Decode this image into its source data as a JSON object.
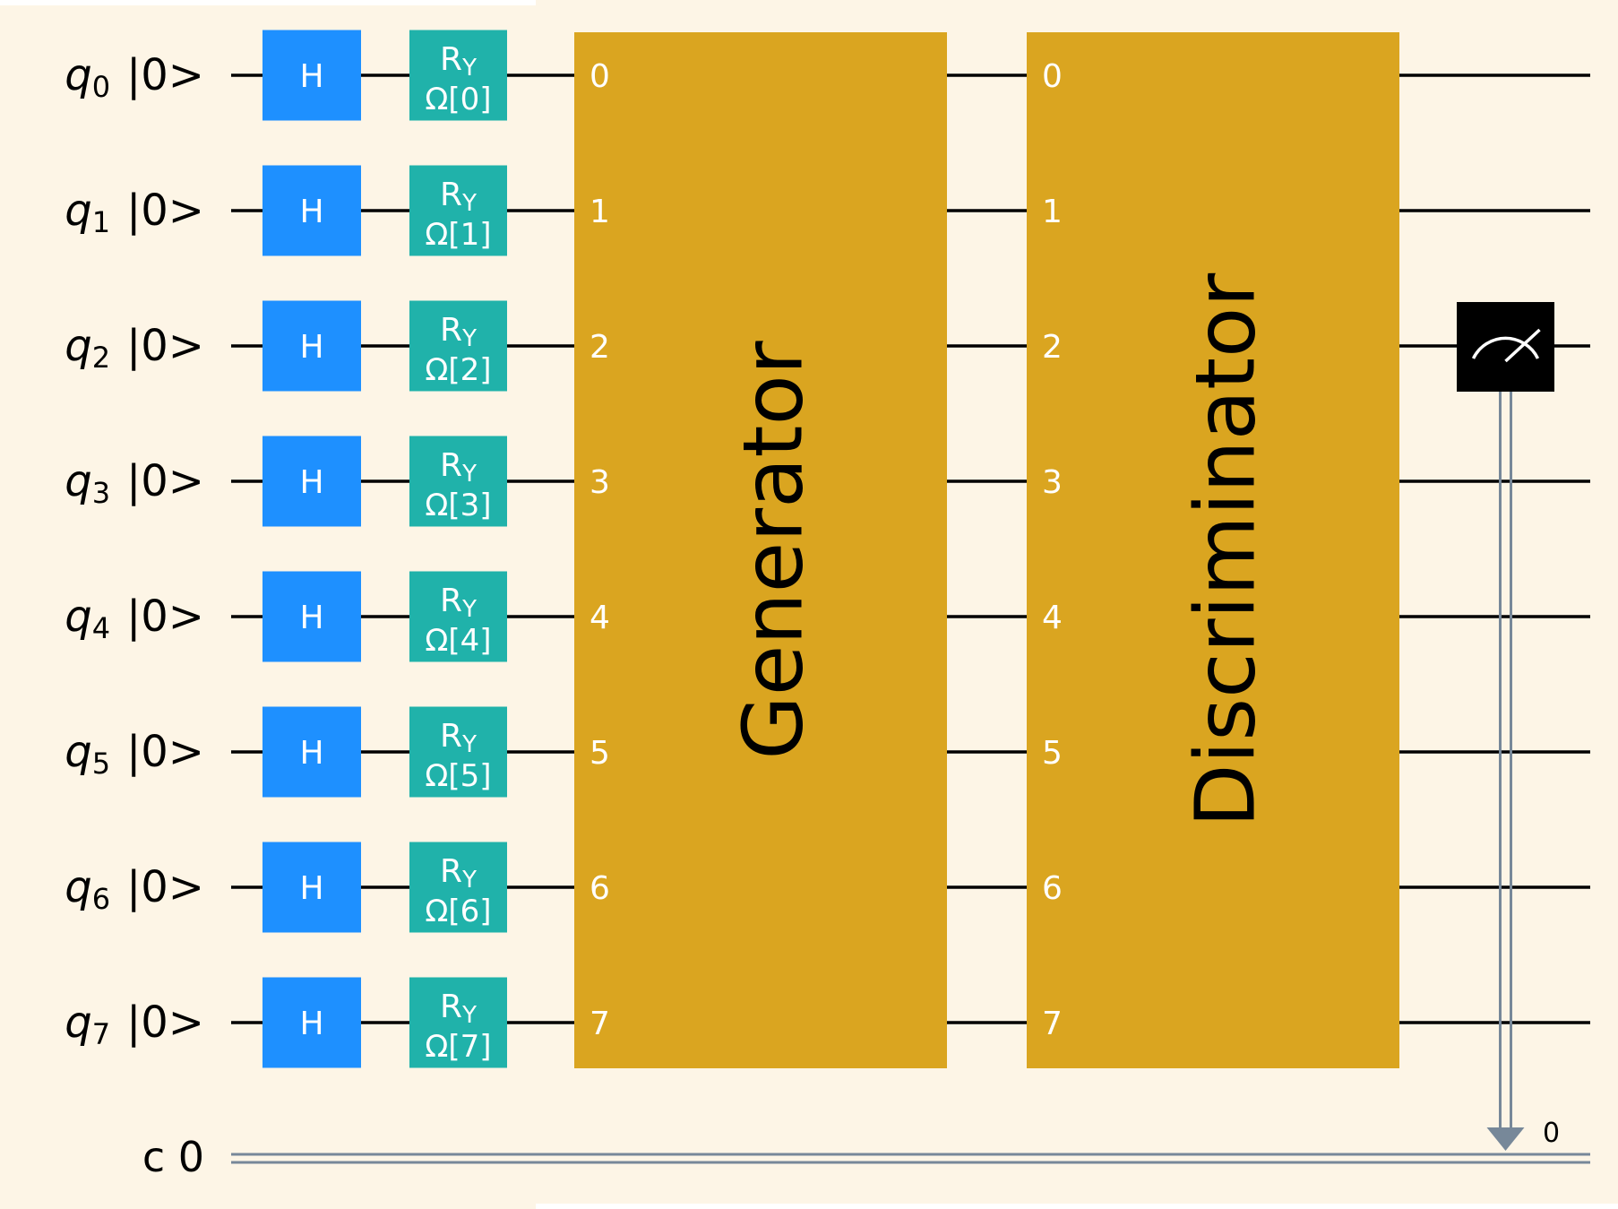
{
  "diagram": {
    "type": "quantum-circuit",
    "colors": {
      "background": "#fdf5e6",
      "wire": "#000000",
      "hadamard": "#1e90ff",
      "ry": "#20b2aa",
      "block": "#daa520",
      "measure": "#000000",
      "classical": "#778899",
      "gate_text": "#ffffff",
      "block_text": "#000000"
    },
    "qubits": [
      {
        "name": "q",
        "index": "0",
        "init": "|0>"
      },
      {
        "name": "q",
        "index": "1",
        "init": "|0>"
      },
      {
        "name": "q",
        "index": "2",
        "init": "|0>"
      },
      {
        "name": "q",
        "index": "3",
        "init": "|0>"
      },
      {
        "name": "q",
        "index": "4",
        "init": "|0>"
      },
      {
        "name": "q",
        "index": "5",
        "init": "|0>"
      },
      {
        "name": "q",
        "index": "6",
        "init": "|0>"
      },
      {
        "name": "q",
        "index": "7",
        "init": "|0>"
      }
    ],
    "classical_register": {
      "label": "c 0",
      "bit_label": "0"
    },
    "hadamard_label": "H",
    "ry_gates": [
      {
        "name": "R",
        "sub": "Y",
        "param": "Ω[0]"
      },
      {
        "name": "R",
        "sub": "Y",
        "param": "Ω[1]"
      },
      {
        "name": "R",
        "sub": "Y",
        "param": "Ω[2]"
      },
      {
        "name": "R",
        "sub": "Y",
        "param": "Ω[3]"
      },
      {
        "name": "R",
        "sub": "Y",
        "param": "Ω[4]"
      },
      {
        "name": "R",
        "sub": "Y",
        "param": "Ω[5]"
      },
      {
        "name": "R",
        "sub": "Y",
        "param": "Ω[6]"
      },
      {
        "name": "R",
        "sub": "Y",
        "param": "Ω[7]"
      }
    ],
    "blocks": [
      {
        "label": "Generator",
        "ports": [
          "0",
          "1",
          "2",
          "3",
          "4",
          "5",
          "6",
          "7"
        ]
      },
      {
        "label": "Discriminator",
        "ports": [
          "0",
          "1",
          "2",
          "3",
          "4",
          "5",
          "6",
          "7"
        ]
      }
    ],
    "measurement": {
      "qubit": 2,
      "classical_bit": 0
    }
  }
}
